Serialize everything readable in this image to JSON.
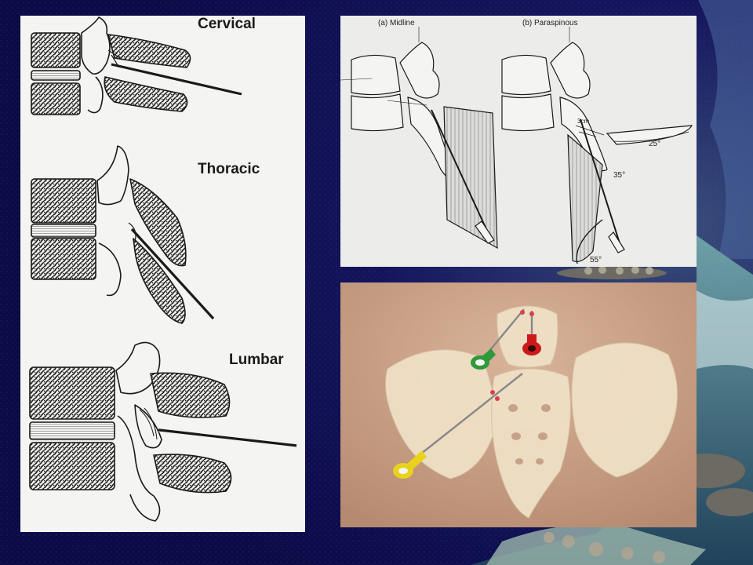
{
  "left_panel": {
    "labels": {
      "cervical": "Cervical",
      "thoracic": "Thoracic",
      "lumbar": "Lumbar"
    }
  },
  "top_right_panel": {
    "midline": "(a) Midline",
    "paraspinous": "(b) Paraspinous",
    "distance": "3cm",
    "angle_25": "25°",
    "angle_35": "35°",
    "angle_55": "55°"
  },
  "colors": {
    "background": "#0d0d52",
    "needle_green": "#2f9a3c",
    "needle_red": "#cc1a1a",
    "needle_yellow": "#e8d21c"
  }
}
